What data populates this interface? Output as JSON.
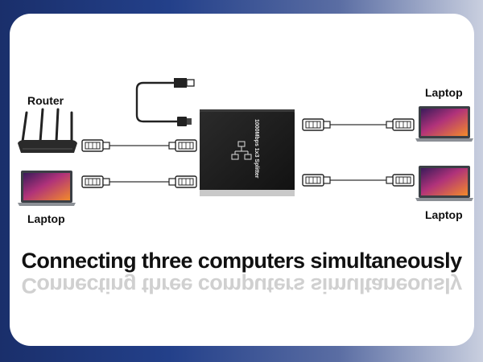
{
  "labels": {
    "router": "Router",
    "laptop_left": "Laptop",
    "laptop_top_right": "Laptop",
    "laptop_bottom_right": "Laptop"
  },
  "device": {
    "splitter_text": "1000Mbps 1x3 Splitter"
  },
  "headline": "Connecting three computers simultaneously",
  "icons": [
    "usb-cable-icon",
    "router-icon",
    "laptop-icon",
    "ethernet-plug-icon",
    "splitter-device-icon",
    "network-topology-icon"
  ],
  "colors": {
    "background_left": "#1a2f6b",
    "background_right": "#c9cfdf",
    "card": "#ffffff",
    "splitter_body": "#1b1b1b",
    "laptop_screen_orange": "#f07a2a",
    "laptop_screen_purple": "#8a2f6a"
  }
}
